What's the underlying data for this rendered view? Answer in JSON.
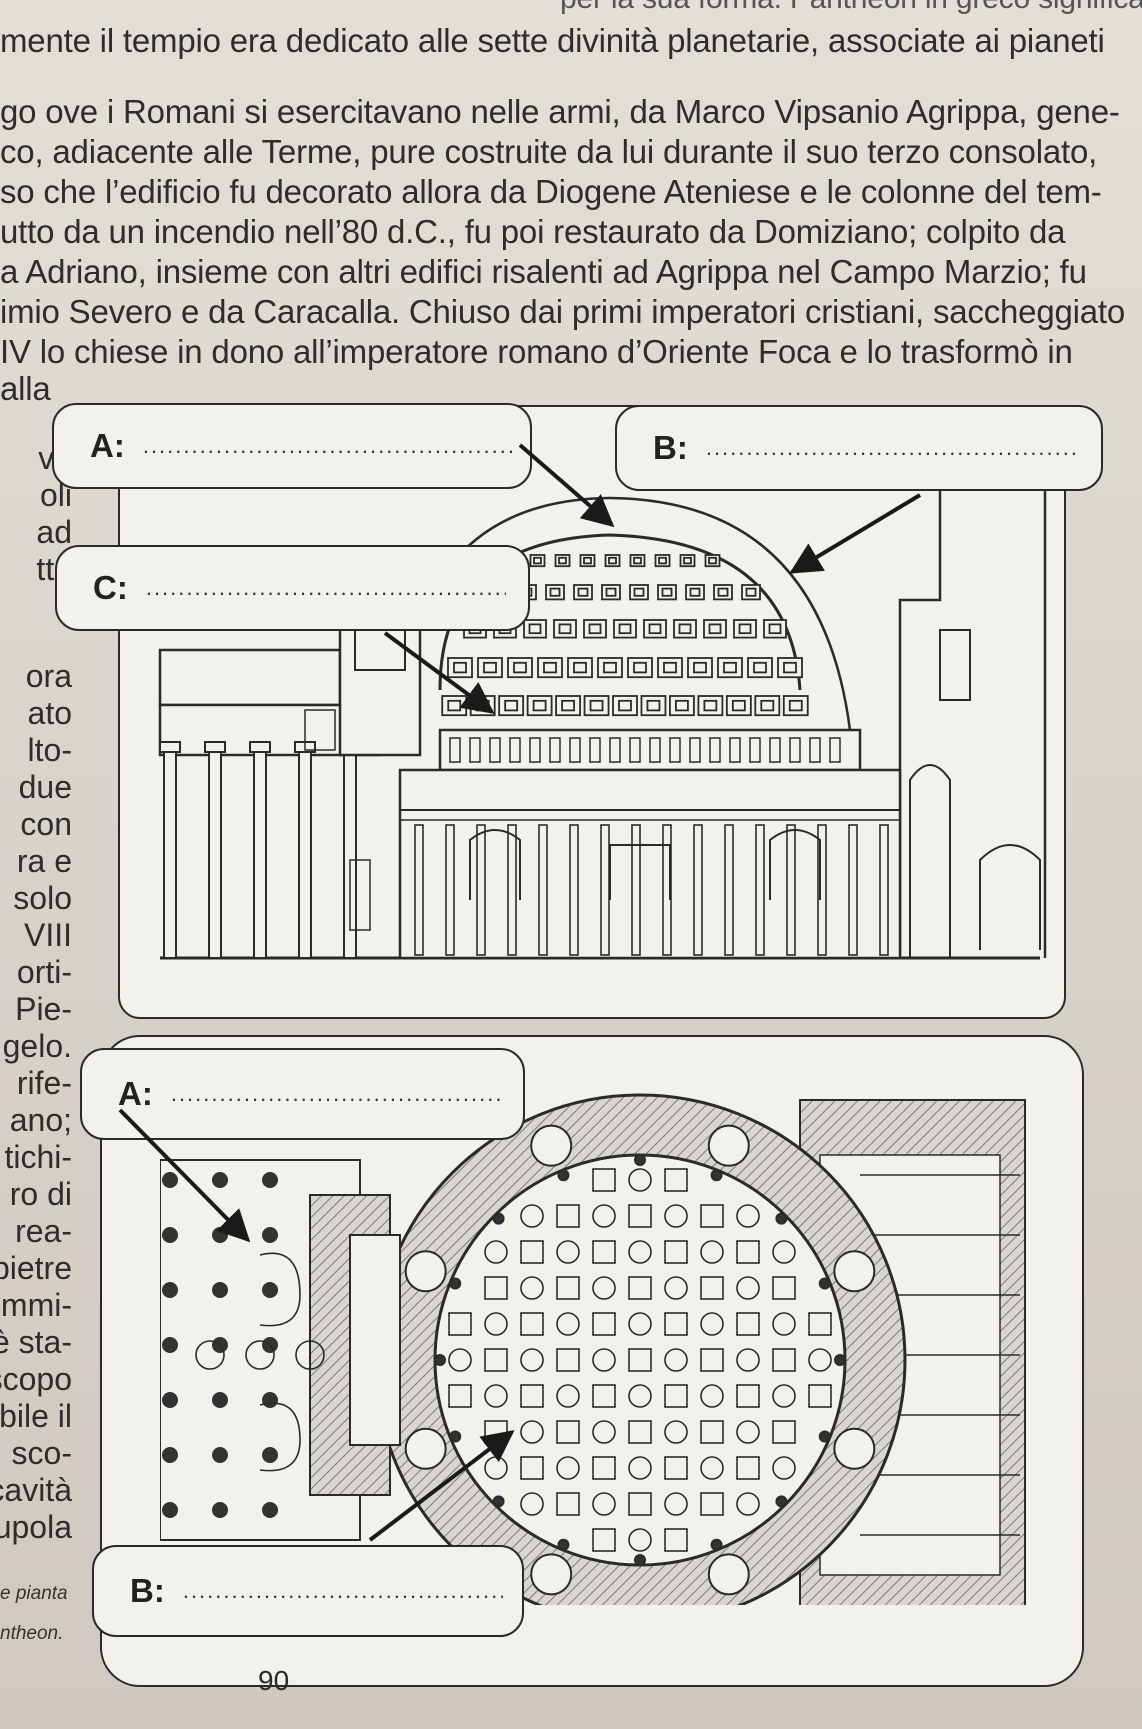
{
  "top_text": {
    "line0": "per la sua forma. Pantheon in greco significa",
    "line1": "mente il tempio era dedicato alle sette divinità planetarie, associate ai pianeti",
    "line2": "go ove i Romani si esercitavano nelle armi, da Marco Vipsanio Agrippa, gene-",
    "line3": "co, adiacente alle Terme, pure costruite da lui durante il suo terzo consolato,",
    "line4": "so che l’edificio fu decorato allora da Diogene Ateniese e le colonne del tem-",
    "line5": "utto da un incendio nell’80 d.C., fu poi restaurato da Domiziano; colpito da",
    "line6": "a Adriano, insieme con altri edifici risalenti ad Agrippa nel Campo Marzio; fu",
    "line7": "imio Severo e da Caracalla. Chiuso dai primi imperatori cristiani, saccheggiato",
    "line8": "IV lo chiese in dono all’imperatore romano d’Oriente Foca e lo trasformò in",
    "line9": "alla"
  },
  "margin_words": [
    "vo",
    "oli",
    "ad",
    "tte",
    "ora",
    "ato",
    "lto-",
    "due",
    "con",
    "ra e",
    "solo",
    "VIII",
    "orti-",
    "Pie-",
    "gelo.",
    "rife-",
    "ano;",
    "tichi-",
    "ro di",
    "rea-",
    "pietre",
    "mmi-",
    "è sta-",
    "scopo",
    "bile il",
    "sco-",
    "cavità",
    "upola"
  ],
  "section": {
    "label_a": "A:",
    "label_b": "B:",
    "label_c": "C:",
    "dots": "......................................................"
  },
  "plan": {
    "label_a": "A:",
    "label_b": "B:",
    "dots": "......................................................"
  },
  "caption": {
    "line1": "e pianta",
    "line2": "ntheon."
  },
  "page_number": "90",
  "colors": {
    "paper": "#f3f1ec",
    "ink": "#2a2a2a",
    "hatch": "#8a8a8a"
  }
}
